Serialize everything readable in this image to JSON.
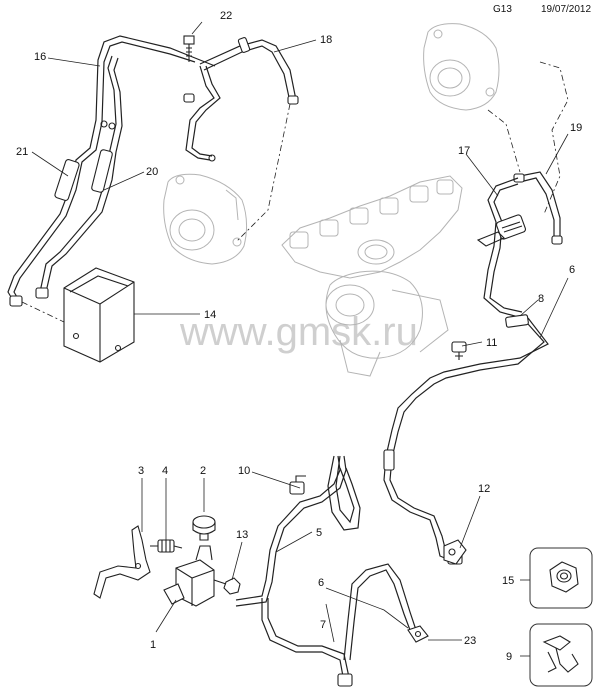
{
  "header": {
    "code": "G13",
    "date": "19/07/2012"
  },
  "watermark": "www.gmsk.ru",
  "callouts": {
    "c1": "1",
    "c2": "2",
    "c3": "3",
    "c4": "4",
    "c5": "5",
    "c6a": "6",
    "c6b": "6",
    "c7": "7",
    "c8": "8",
    "c9": "9",
    "c10": "10",
    "c11": "11",
    "c12": "12",
    "c13": "13",
    "c14": "14",
    "c15": "15",
    "c16": "16",
    "c17": "17",
    "c18": "18",
    "c19": "19",
    "c20": "20",
    "c21": "21",
    "c22": "22",
    "c23": "23"
  }
}
